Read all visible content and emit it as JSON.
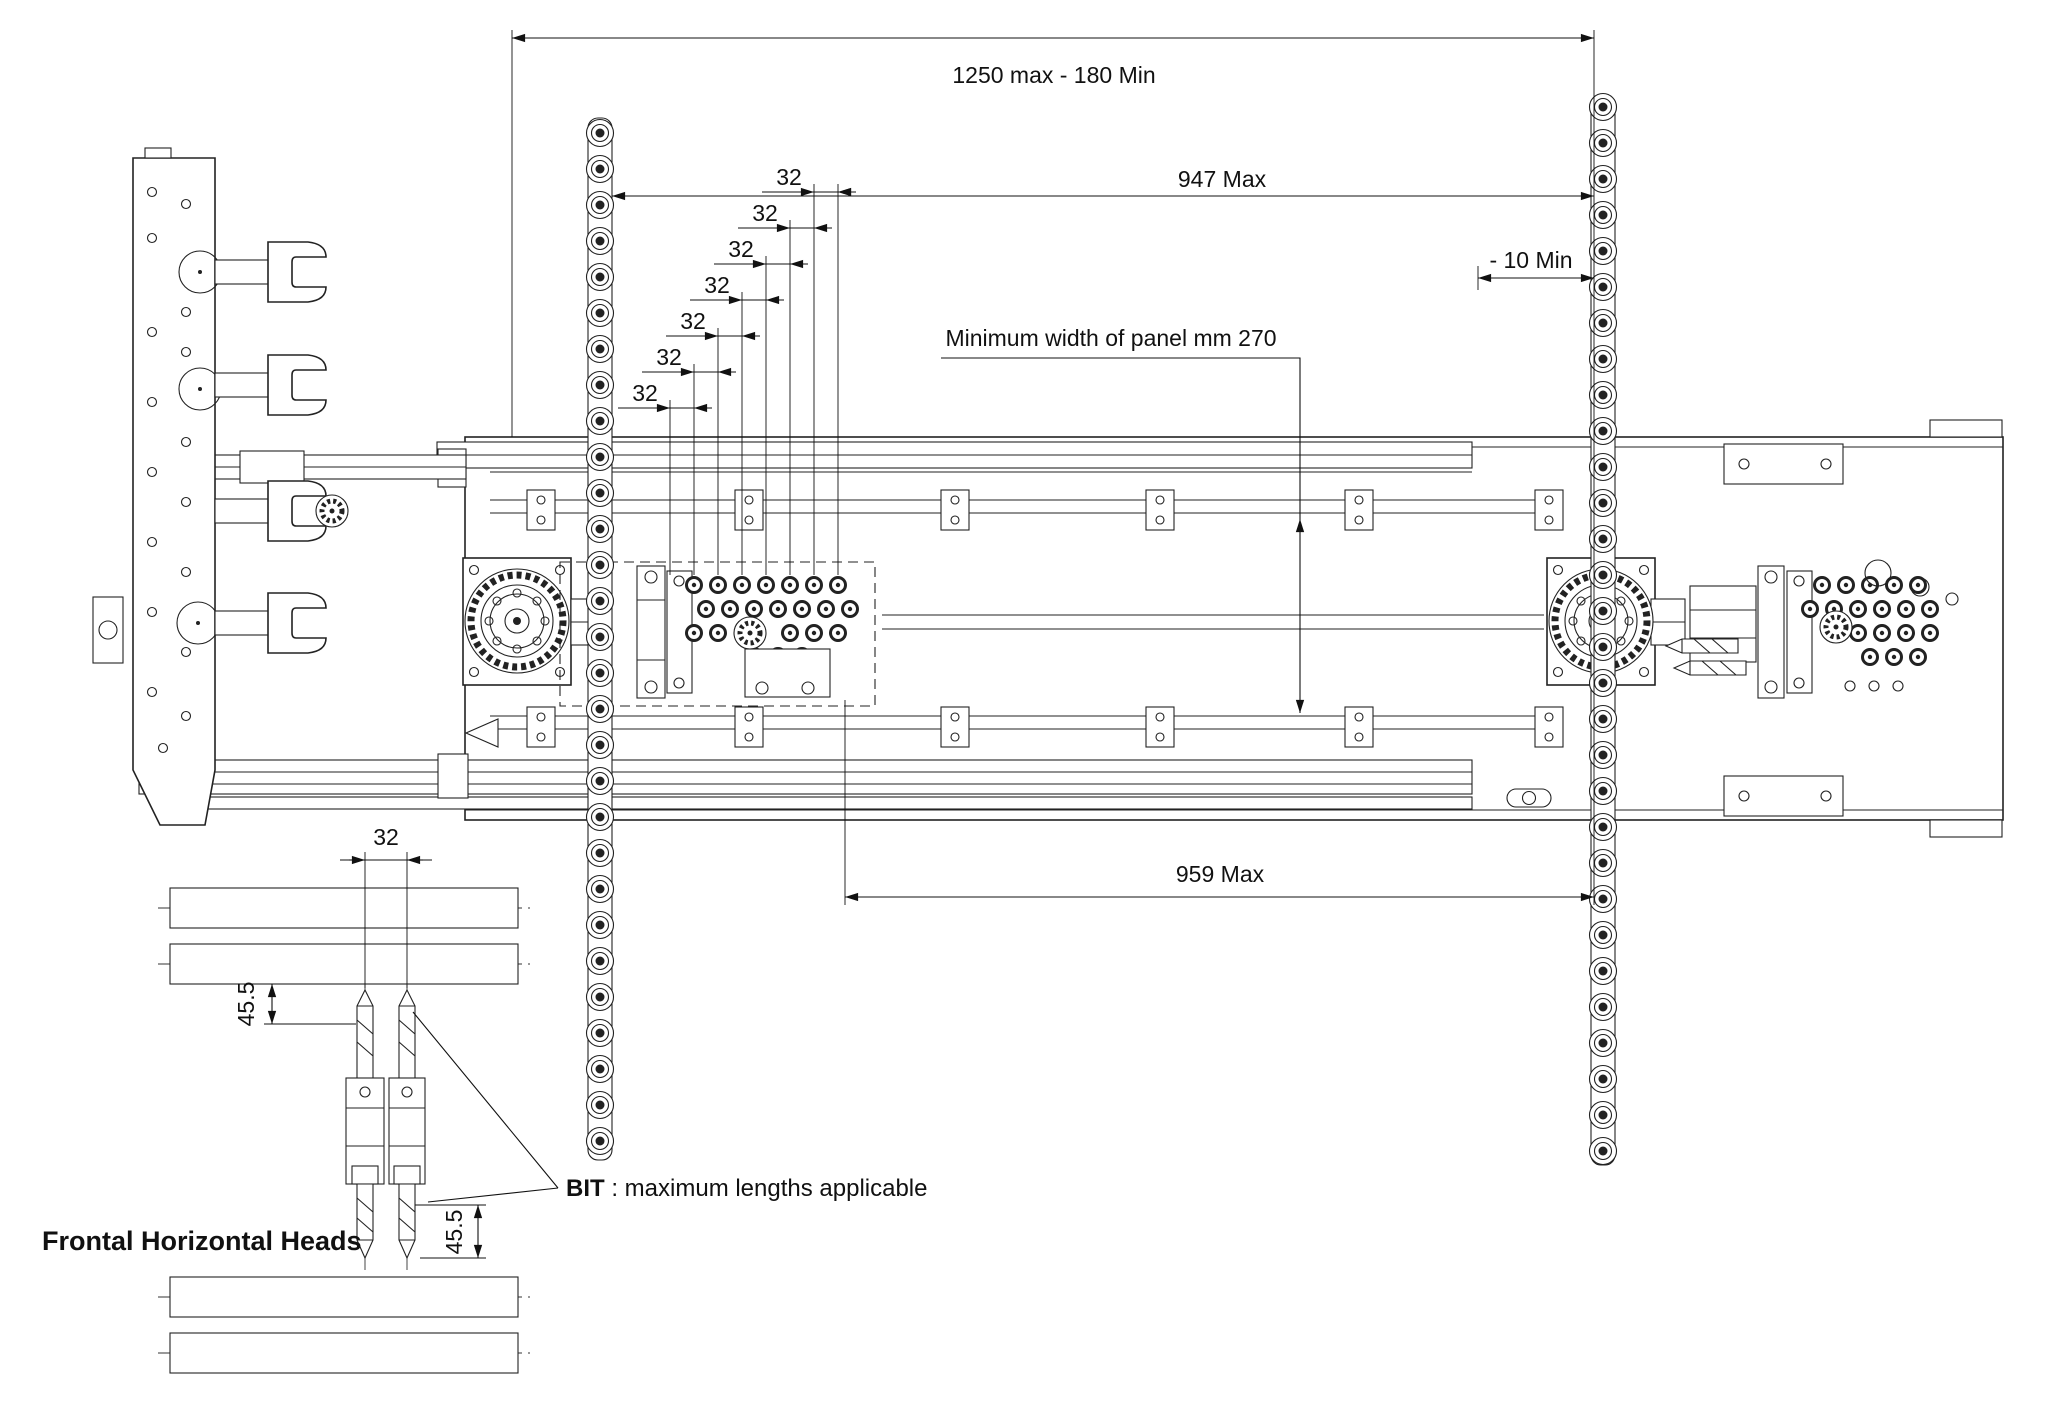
{
  "page": {
    "background": "#ffffff",
    "line_color": "#1a1a1a"
  },
  "dimensions": {
    "overall": "1250 max - 180 Min",
    "upper_max": "947 Max",
    "edge_min": "- 10 Min",
    "pitch": "32",
    "panel_min_width": "Minimum width of panel mm 270",
    "lower_max": "959 Max",
    "bit_depth": "45.5"
  },
  "notes": {
    "bit_label": "BIT",
    "bit_note": " : maximum lengths applicable",
    "detail_title": "Frontal Horizontal Heads"
  }
}
